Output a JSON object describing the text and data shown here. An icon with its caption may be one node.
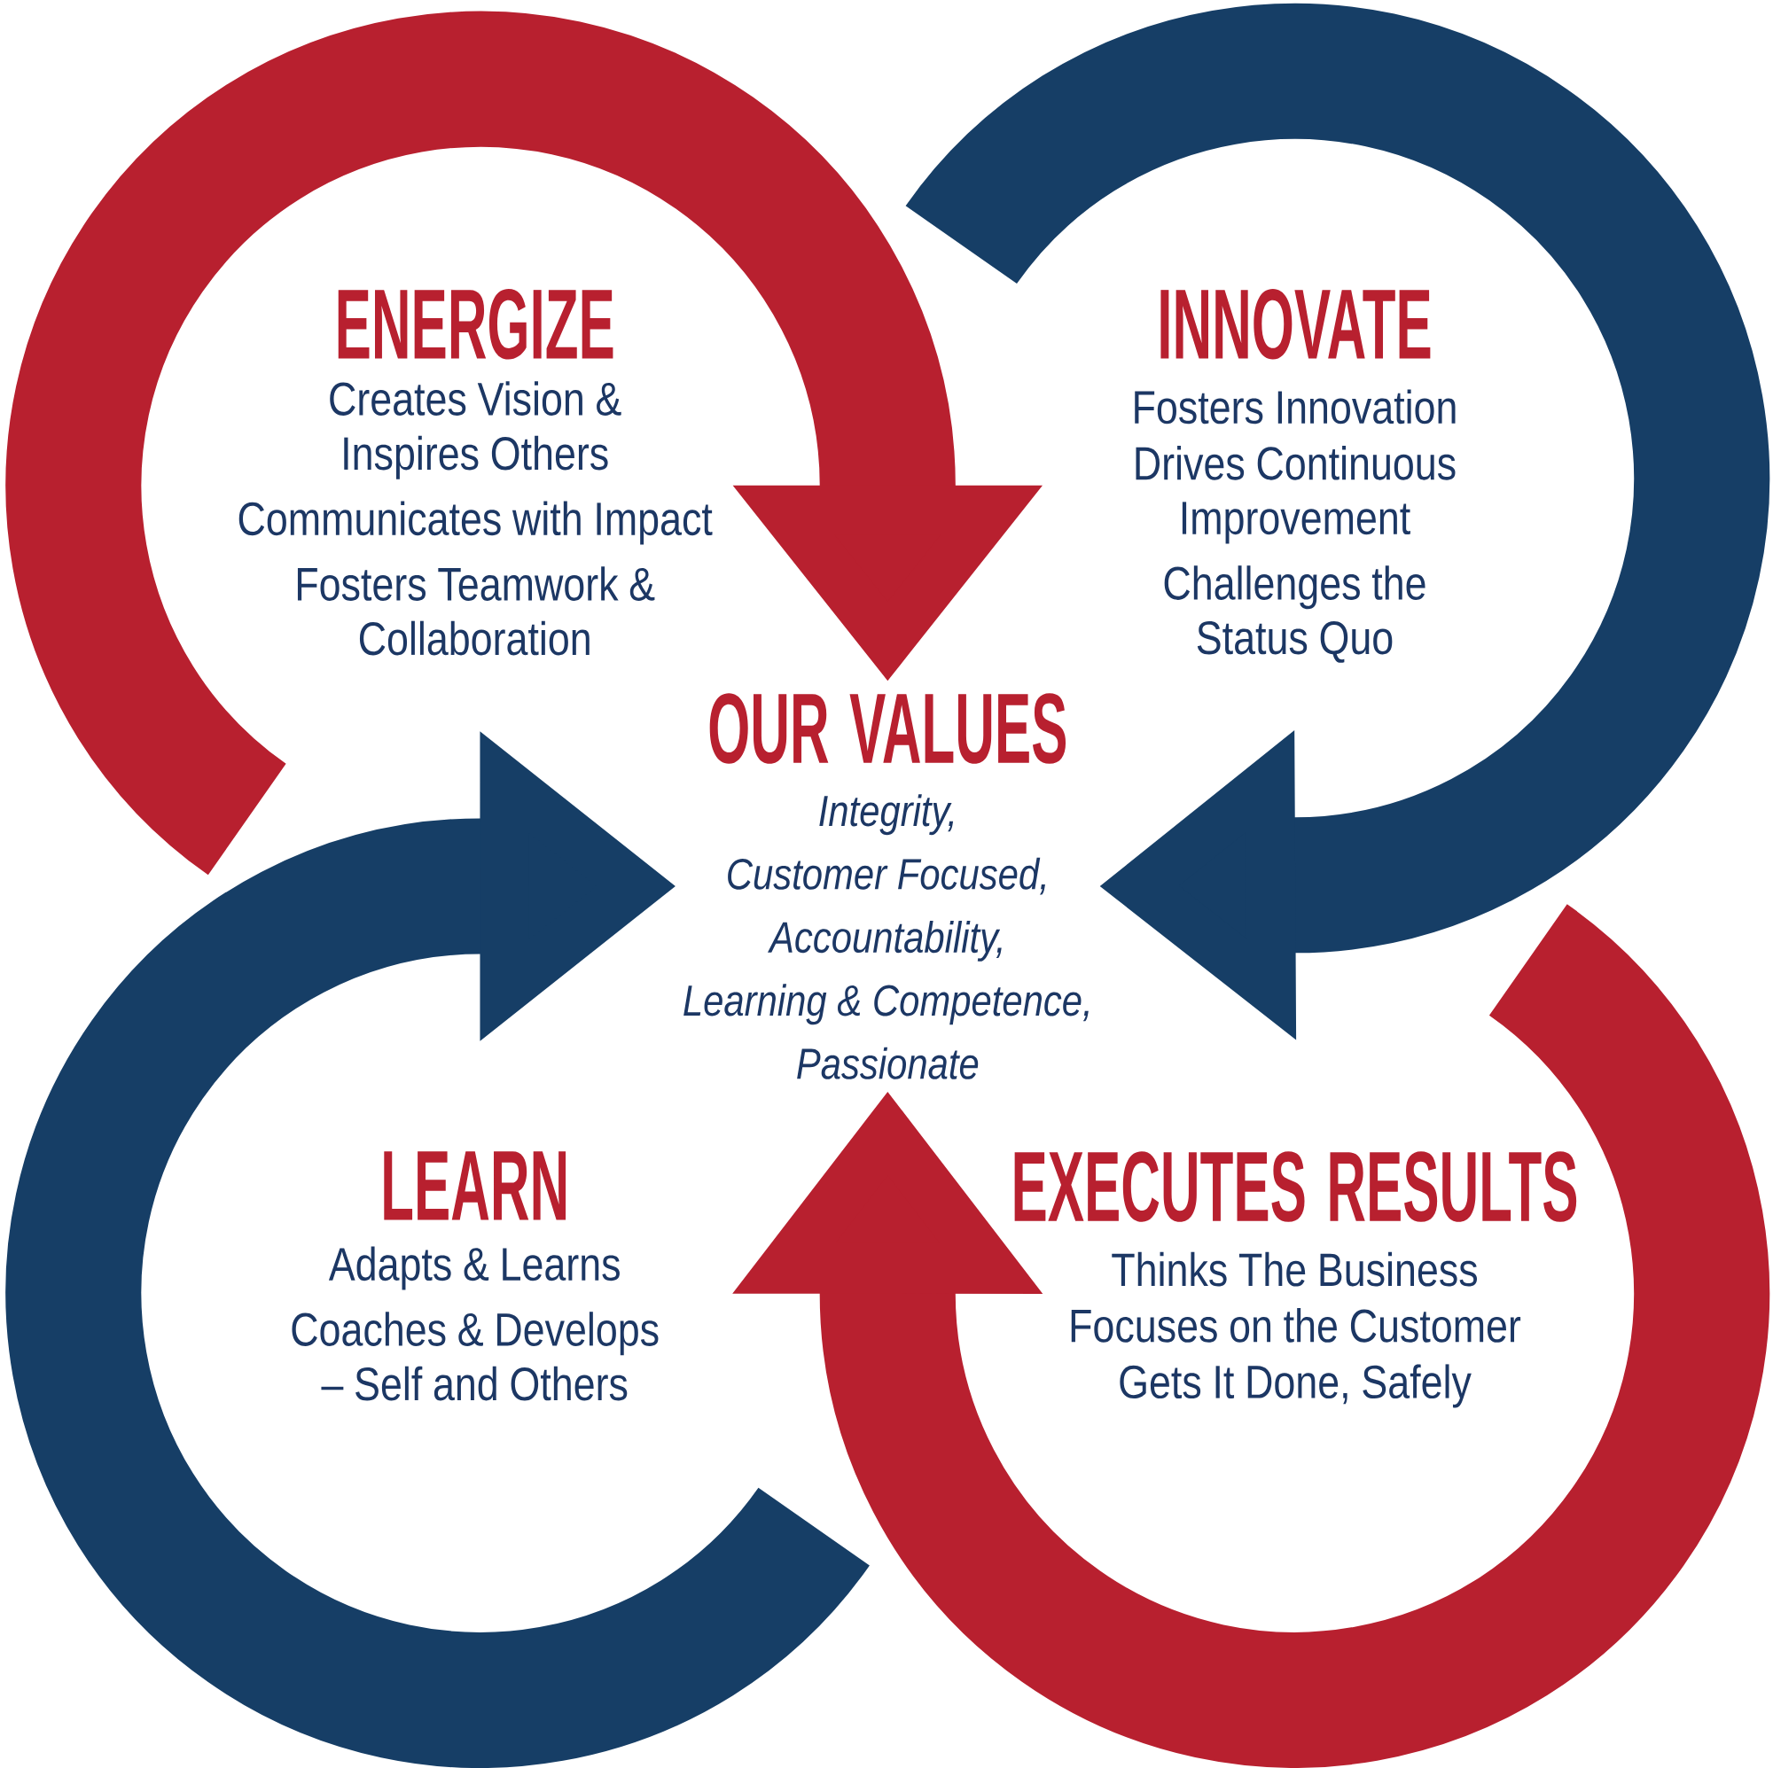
{
  "diagram": {
    "nodes": [
      {
        "text": [
          "ENERGIZE",
          "Creates Vision & Inspires Others",
          "Communicates with Impact",
          "Fosters Teamwork & Collaboration"
        ]
      },
      {
        "text": [
          "INNOVATE",
          "Fosters Innovation",
          "Drives Continuous Improvement",
          "Challenges the Status Quo"
        ]
      },
      {
        "text": [
          "OUR VALUES",
          "Integrity,",
          "Customer Focused,",
          "Accountability,",
          "Learning & Competence,",
          "Passionate"
        ]
      },
      {
        "text": [
          "LEARN",
          "Adapts & Learns",
          "Coaches & Develops – Self and Others"
        ]
      },
      {
        "text": [
          "EXECUTES RESULTS",
          "Thinks The Business",
          "Focuses on the Customer",
          "Gets It Done, Safely"
        ]
      }
    ],
    "edges": [
      {
        "from": null,
        "to": 2,
        "arrow": "to",
        "color": "#b8202f"
      },
      {
        "from": null,
        "to": 2,
        "arrow": "to",
        "color": "#163e66"
      },
      {
        "from": null,
        "to": 2,
        "arrow": "to",
        "color": "#163e66"
      },
      {
        "from": null,
        "to": 2,
        "arrow": "to",
        "color": "#b8202f"
      }
    ]
  }
}
